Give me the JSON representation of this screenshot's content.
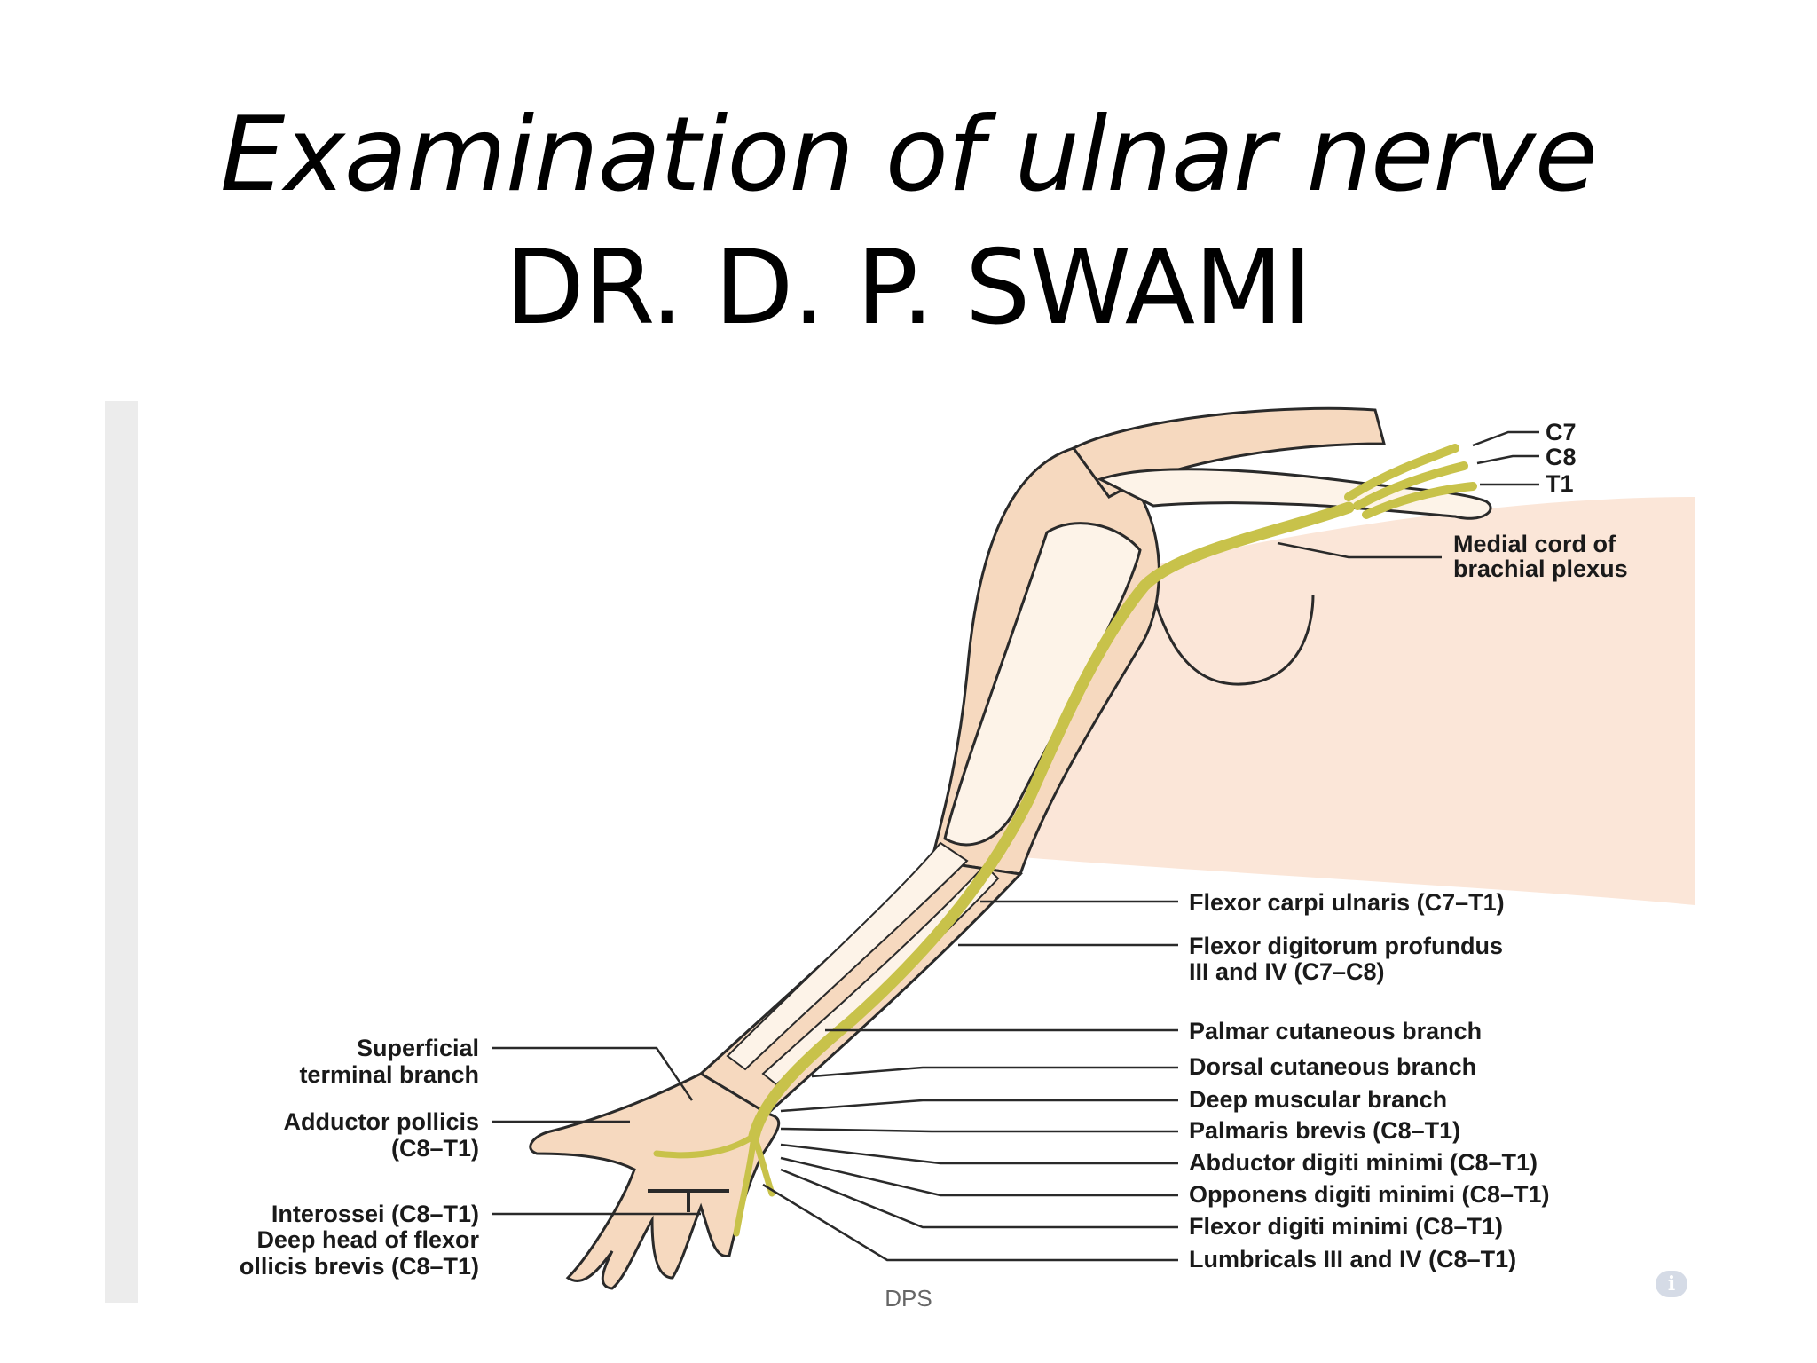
{
  "slide": {
    "title_line1": "Examination of ulnar nerve",
    "title_line2": "DR. D. P. SWAMI",
    "footer": "DPS"
  },
  "figure": {
    "nerve_color": "#c8c24a",
    "skin_color": "#f6d9bf",
    "labels": {
      "c7": "C7",
      "c8": "C8",
      "t1": "T1",
      "medial_cord_1": "Medial cord of",
      "medial_cord_2": "brachial plexus",
      "fcu": "Flexor carpi ulnaris (C7–T1)",
      "fdp_1": "Flexor digitorum profundus",
      "fdp_2": "III and IV (C7–C8)",
      "palmar_cut": "Palmar cutaneous branch",
      "dorsal_cut": "Dorsal cutaneous branch",
      "deep_musc": "Deep muscular branch",
      "palmaris_brevis": "Palmaris brevis (C8–T1)",
      "abd_dm": "Abductor digiti minimi (C8–T1)",
      "opp_dm": "Opponens digiti minimi (C8–T1)",
      "flex_dm": "Flexor digiti minimi (C8–T1)",
      "lumbricals": "Lumbricals III and IV (C8–T1)",
      "superficial_1": "Superficial",
      "superficial_2": "terminal branch",
      "adductor_1": "Adductor pollicis",
      "adductor_2": "(C8–T1)",
      "interossei": "Interossei (C8–T1)",
      "deep_head_1": "Deep head of flexor",
      "deep_head_2": "ollicis brevis (C8–T1)"
    },
    "info_icon": "i"
  }
}
